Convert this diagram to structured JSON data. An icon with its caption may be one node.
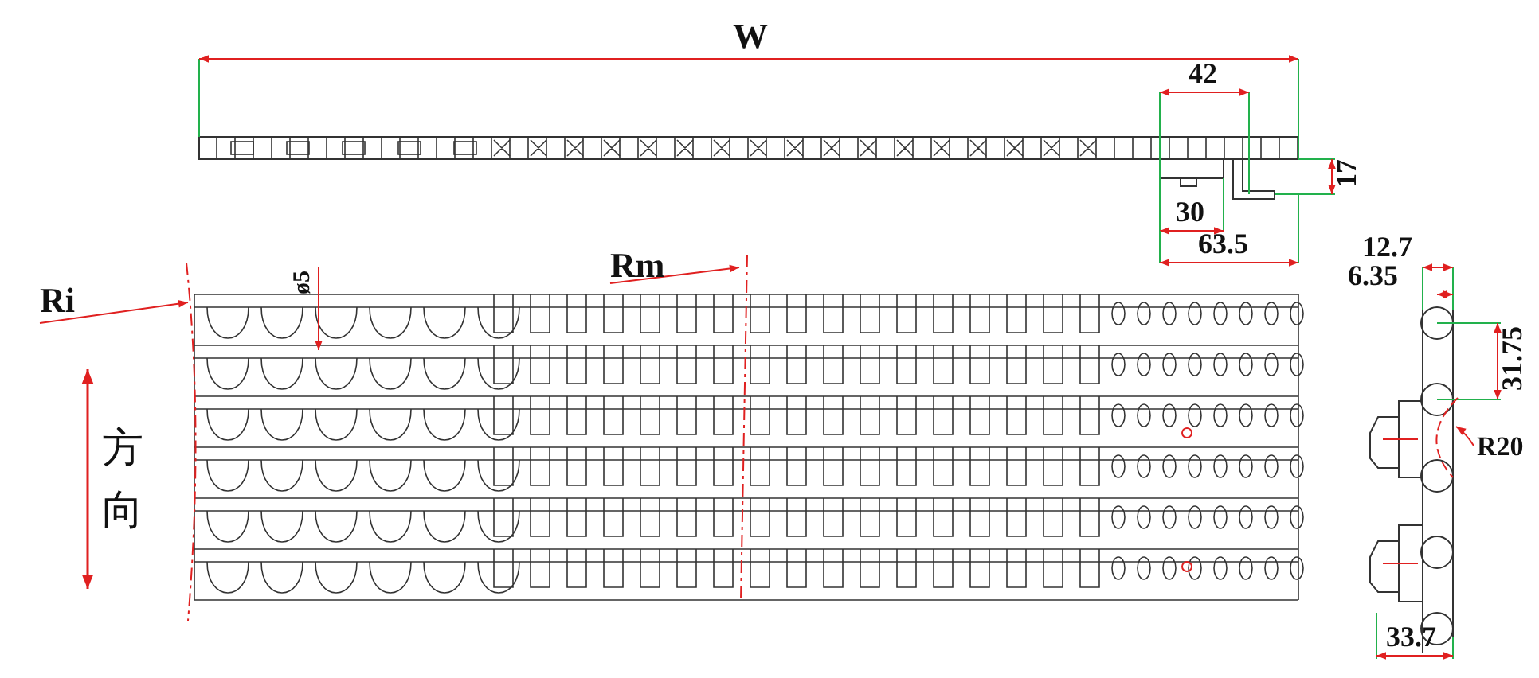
{
  "diagram": {
    "labels": [
      "W",
      "42",
      "17",
      "30",
      "63.5",
      "12.7",
      "6.35",
      "31.75",
      "R20",
      "33.7",
      "Ri",
      "Rm",
      "ø5",
      "方向"
    ]
  }
}
